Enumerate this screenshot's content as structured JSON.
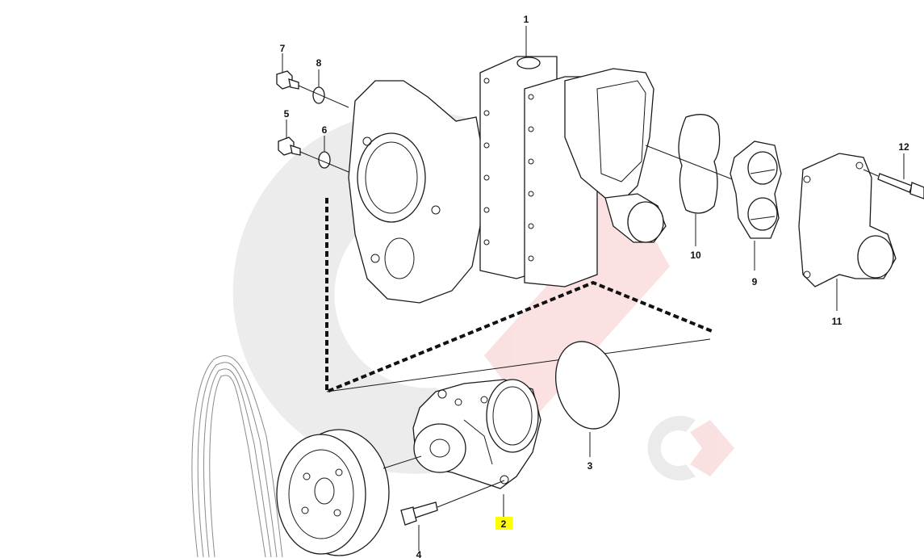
{
  "diagram": {
    "callouts": [
      {
        "id": "1",
        "label": "1"
      },
      {
        "id": "2",
        "label": "2",
        "highlighted": true
      },
      {
        "id": "3",
        "label": "3"
      },
      {
        "id": "4",
        "label": "4"
      },
      {
        "id": "5",
        "label": "5"
      },
      {
        "id": "6",
        "label": "6"
      },
      {
        "id": "7",
        "label": "7"
      },
      {
        "id": "8",
        "label": "8"
      },
      {
        "id": "9",
        "label": "9"
      },
      {
        "id": "10",
        "label": "10"
      },
      {
        "id": "11",
        "label": "11"
      },
      {
        "id": "12",
        "label": "12"
      }
    ],
    "colors": {
      "line": "#1a1a1a",
      "highlight": "#ffff00",
      "watermark_grey": "#dcdcdc",
      "watermark_red": "#f7c9c9"
    }
  }
}
